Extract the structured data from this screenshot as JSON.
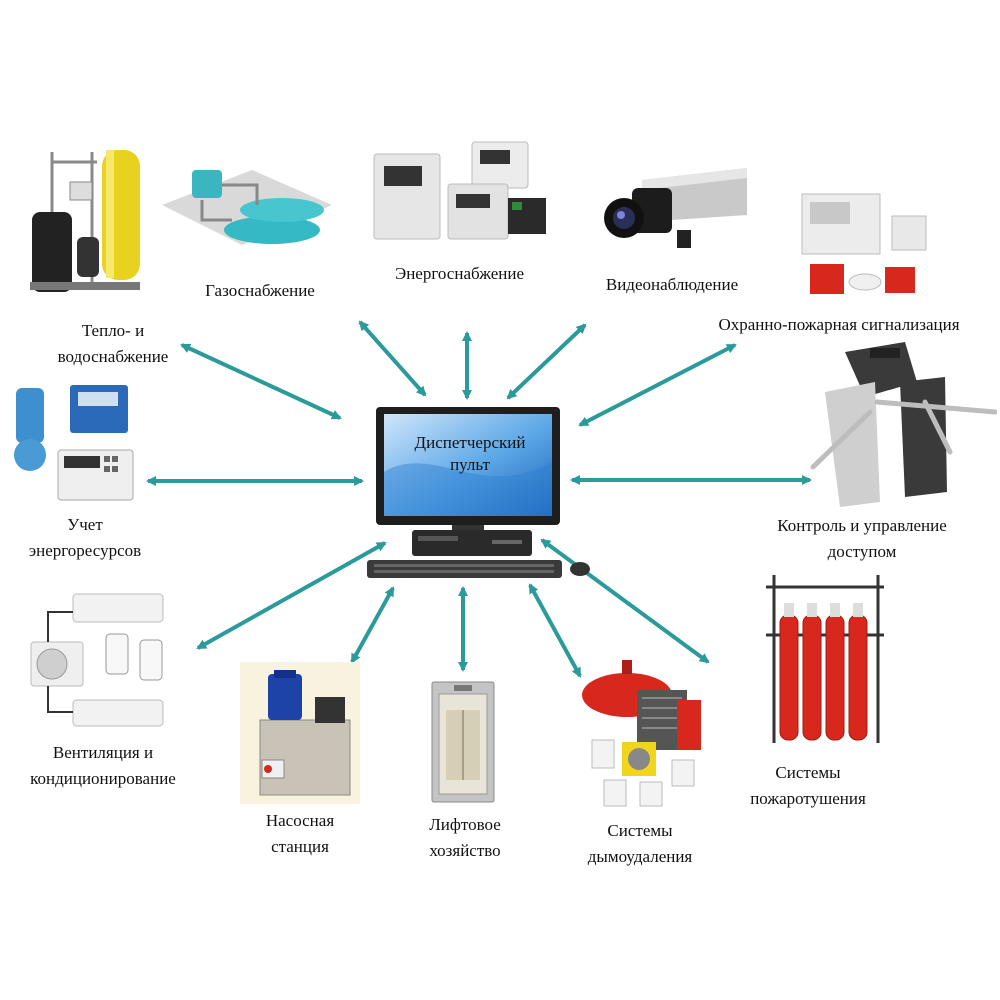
{
  "center": {
    "line1": "Диспетчерский",
    "line2": "пульт"
  },
  "nodes": {
    "heat_water": {
      "line1": "Тепло- и",
      "line2": "водоснабжение"
    },
    "gas": {
      "line1": "Газоснабжение"
    },
    "energy": {
      "line1": "Энергоснабжение"
    },
    "video": {
      "line1": "Видеонаблюдение"
    },
    "security_fire": {
      "line1": "Охранно-пожарная сигнализация"
    },
    "energy_accounting": {
      "line1": "Учет",
      "line2": "энергоресурсов"
    },
    "access_control": {
      "line1": "Контроль и управление",
      "line2": "доступом"
    },
    "ventilation": {
      "line1": "Вентиляция и",
      "line2": "кондиционирование"
    },
    "pump": {
      "line1": "Насосная",
      "line2": "станция"
    },
    "elevator": {
      "line1": "Лифтовое",
      "line2": "хозяйство"
    },
    "smoke": {
      "line1": "Системы",
      "line2": "дымоудаления"
    },
    "fire_ext": {
      "line1": "Системы",
      "line2": "пожаротушения"
    }
  },
  "colors": {
    "arrow": "#2a9a9a",
    "screen": "#2f7fd0",
    "monitor": "#222222",
    "accent_red": "#d8281e"
  }
}
